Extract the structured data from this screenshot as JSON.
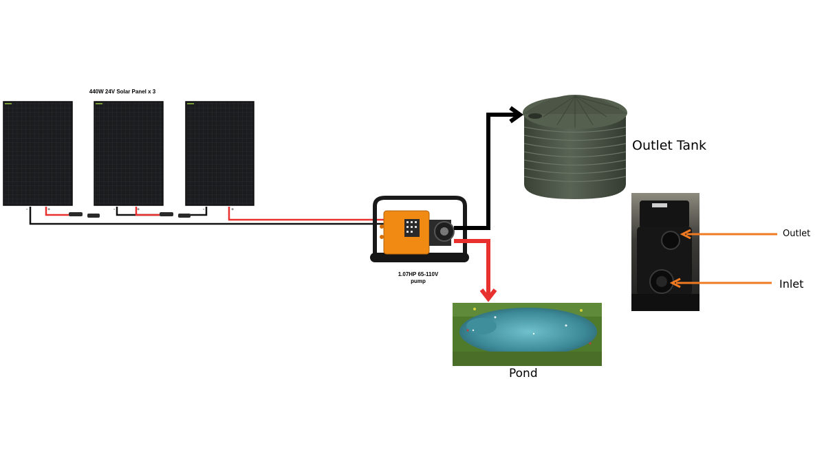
{
  "solar_array": {
    "title": "440W 24V Solar Panel x 3",
    "panels": [
      {
        "neg_label": "-",
        "pos_label": "+"
      },
      {
        "neg_label": "-",
        "pos_label": "+"
      },
      {
        "neg_label": "-",
        "pos_label": "+"
      }
    ]
  },
  "pump": {
    "label_line1": "1.07HP 65-110V",
    "label_line2": "pump"
  },
  "tank": {
    "label": "Outlet Tank"
  },
  "pond": {
    "label": "Pond"
  },
  "pump_photo": {
    "outlet_label": "Outlet",
    "inlet_label": "Inlet"
  },
  "colors": {
    "positive_wire": "#e8302e",
    "negative_wire": "#111111",
    "annotation_arrow": "#f07a22",
    "panel": "#1c1d1f",
    "pump_box": "#f08a12",
    "tank": "#4a5345",
    "water": "#3f8e9c",
    "grass": "#4f7a2c"
  }
}
